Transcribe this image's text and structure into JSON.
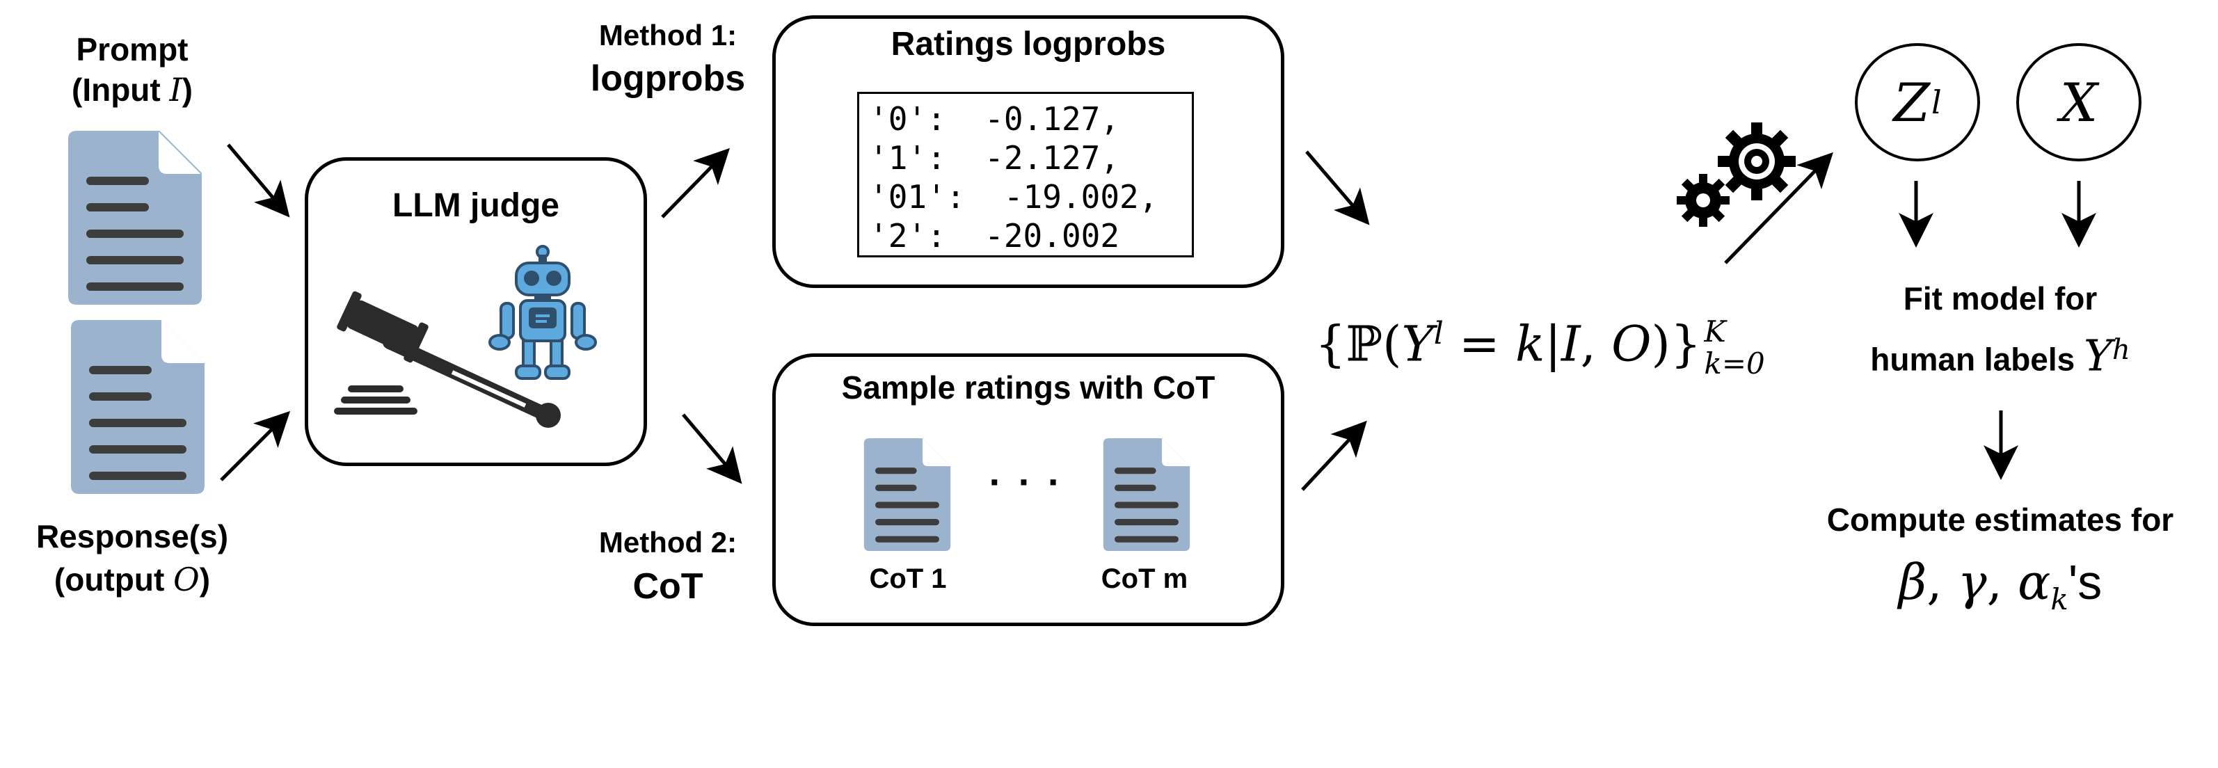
{
  "prompt": {
    "line1": "Prompt",
    "line2_text": "(Input ",
    "line2_var": "I",
    "line2_close": ")"
  },
  "response": {
    "line1": "Response(s)",
    "line2_text": "(output ",
    "line2_var": "O",
    "line2_close": ")"
  },
  "judge": {
    "title": "LLM judge"
  },
  "method1": {
    "label_line1": "Method 1:",
    "label_line2": "logprobs",
    "box_title": "Ratings logprobs",
    "logprobs": [
      "'0':  -0.127,",
      "'1':  -2.127,",
      "'01':  -19.002,",
      "'2':  -20.002"
    ]
  },
  "method2": {
    "label_line1": "Method 2:",
    "label_line2": "CoT",
    "box_title": "Sample ratings with CoT",
    "doc1_label": "CoT 1",
    "ellipsis": "· · ·",
    "docm_label": "CoT m"
  },
  "formula": {
    "open": "{",
    "P": "ℙ(",
    "Y": "Y",
    "sup_l": "l",
    "eq": " = ",
    "k": "k",
    "bar": "|",
    "I": "I",
    "comma": ", ",
    "O": "O",
    "close_paren": ")",
    "close": "}",
    "sup_K": "K",
    "sub": "k=0"
  },
  "circles": {
    "z_base": "Z",
    "z_sup": "l",
    "x": "X"
  },
  "fit": {
    "line1": "Fit model for",
    "line2_text": "human labels ",
    "line2_var": "Y",
    "line2_sup": "h"
  },
  "compute": {
    "line1": "Compute estimates for",
    "beta": "β",
    "sep1": ", ",
    "gamma": "γ",
    "sep2": ", ",
    "alpha": "α",
    "alpha_sub": "k",
    "suffix": "'s"
  },
  "colors": {
    "doc_fill": "#9bb3cc",
    "doc_line": "#3d3d3d",
    "robot_body": "#5ea9dd",
    "robot_dark": "#2f4f6e",
    "gavel": "#2b2b2b"
  }
}
